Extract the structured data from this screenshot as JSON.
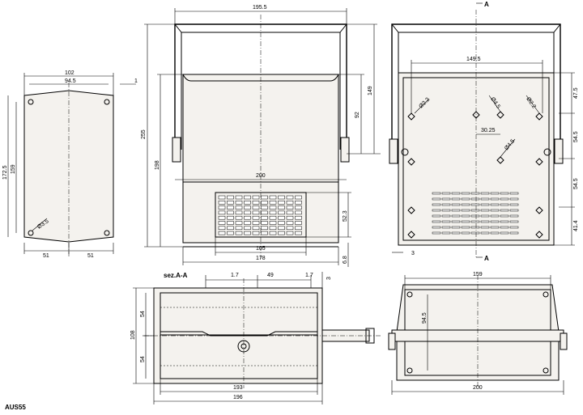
{
  "product_code": "AUS55",
  "section_label": "sez.A-A",
  "section_marks": [
    "A",
    "A"
  ],
  "dimensions": {
    "left_view": {
      "width_overall": "102",
      "width_inner": "94.5",
      "wall": "1",
      "height_outer": "172.5",
      "height_inner": "159",
      "hole": "Ø3.5",
      "half_left": "51",
      "half_right": "51"
    },
    "front_view": {
      "width_handle": "195.5",
      "height_total": "255",
      "height_body": "198",
      "handle_drop": "92",
      "handle_height": "149",
      "inner_width": "200",
      "vent_height": "52.3",
      "vent_width": "105",
      "base_width": "178",
      "foot": "6.8"
    },
    "back_view": {
      "spacing_top": "149.5",
      "hole_a": "Ø2.2",
      "hole_b": "Ø4.5",
      "hole_c": "Ø2.2",
      "hole_d": "Ø4.5",
      "center_offset": "30.25",
      "right_1": "47.5",
      "right_2": "54.5",
      "right_3": "54.5",
      "right_4": "41.4",
      "bottom_offset": "3"
    },
    "section_view": {
      "top_1": "1.7",
      "top_2": "49",
      "top_3": "1.7",
      "top_4": "3",
      "left_1": "54",
      "left_2": "108",
      "left_3": "54",
      "bottom_1": "193",
      "bottom_2": "196"
    },
    "bottom_view": {
      "top": "159",
      "inner": "94.5",
      "bottom": "200"
    }
  }
}
